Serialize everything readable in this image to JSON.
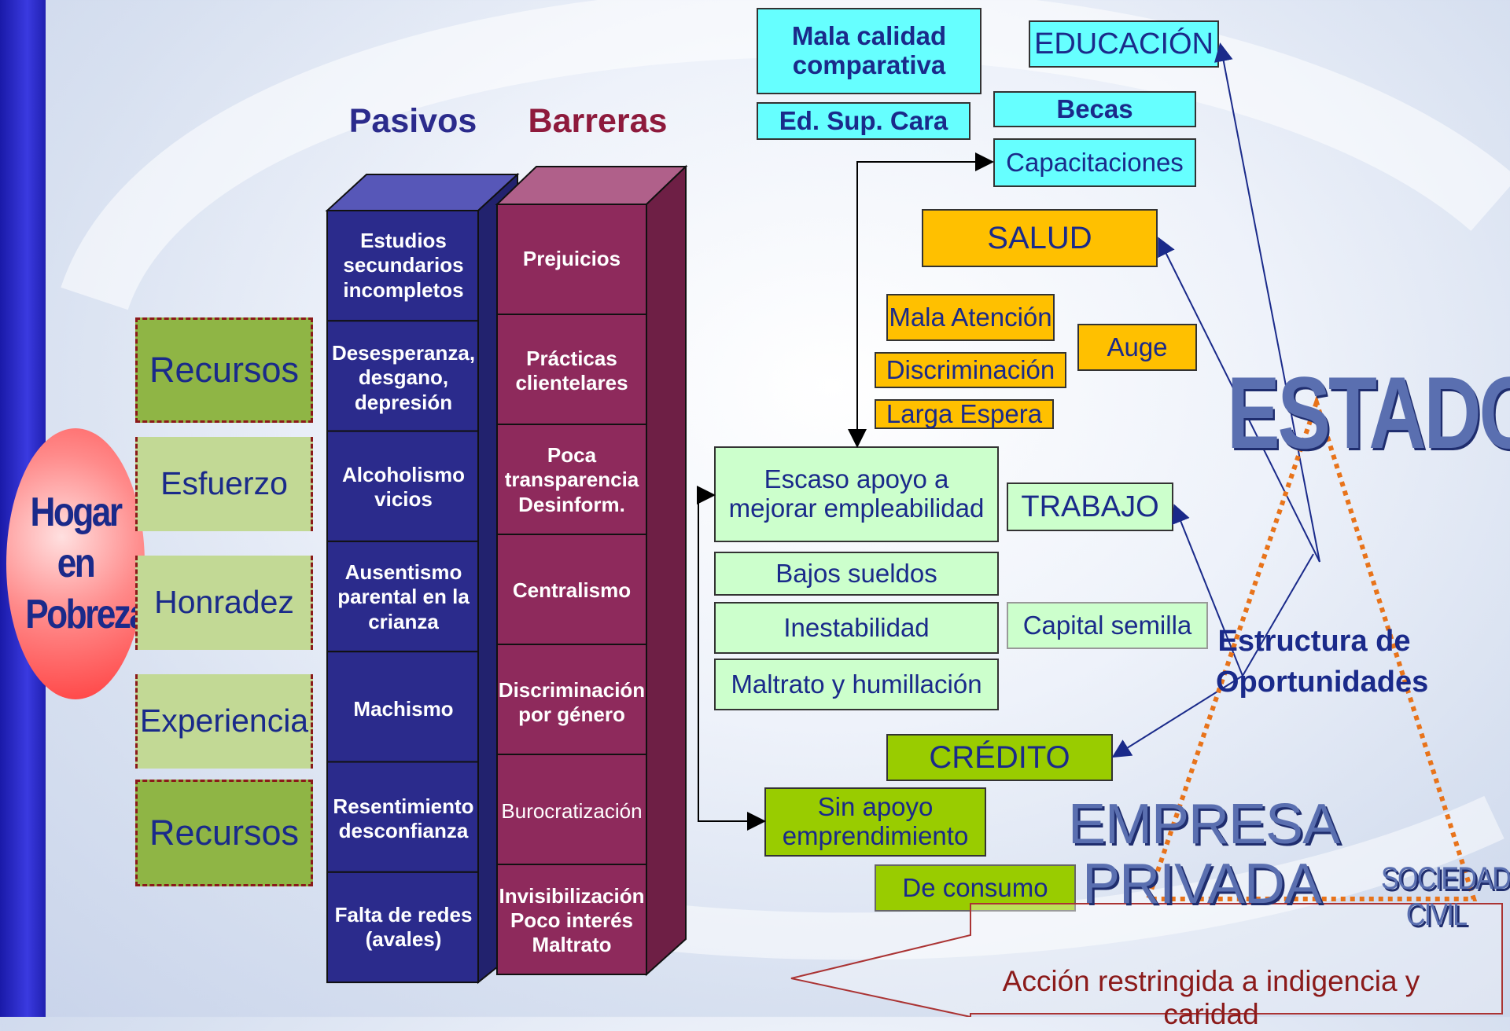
{
  "headers": {
    "pasivos": "Pasivos",
    "barreras": "Barreras"
  },
  "hogar": "Hogar en Pobreza",
  "recursos_left": [
    "Recursos",
    "Esfuerzo",
    "Honradez",
    "Experiencia",
    "Recursos"
  ],
  "pasivos": [
    "Estudios secundarios incompletos",
    "Desesperanza, desgano, depresión",
    "Alcoholismo vicios",
    "Ausentismo parental en la crianza",
    "Machismo",
    "Resentimiento desconfianza",
    "Falta de redes (avales)"
  ],
  "barreras": [
    "Prejuicios",
    "Prácticas clientelares",
    "Poca transparencia Desinform.",
    "Centralismo",
    "Discriminación por género",
    "Burocratización",
    "Invisibilización Poco interés Maltrato"
  ],
  "educacion": {
    "title": "EDUCACIÓN",
    "mala_calidad": "Mala calidad comparativa",
    "ed_sup": "Ed. Sup. Cara",
    "becas": "Becas",
    "capacitaciones": "Capacitaciones"
  },
  "salud": {
    "title": "SALUD",
    "mala_atencion": "Mala Atención",
    "discriminacion": "Discriminación",
    "larga_espera": "Larga Espera",
    "auge": "Auge"
  },
  "trabajo": {
    "title": "TRABAJO",
    "escaso_apoyo": "Escaso apoyo a mejorar empleabilidad",
    "bajos_sueldos": "Bajos sueldos",
    "inestabilidad": "Inestabilidad",
    "maltrato": "Maltrato y humillación",
    "capital_semilla": "Capital semilla"
  },
  "credito": {
    "title": "CRÉDITO",
    "sin_apoyo": "Sin apoyo emprendimiento",
    "de_consumo": "De consumo"
  },
  "estado": "ESTADO",
  "estructura": "Estructura de Oportunidades",
  "empresa": "EMPRESA PRIVADA",
  "sociedad": "SOCIEDAD CIVIL",
  "accion": "Acción restringida a indigencia y caridad",
  "colors": {
    "pasivos": "#2b2b8c",
    "barreras": "#8e2a5c",
    "cyan": "#66ffff",
    "gold": "#ffc000",
    "lightgreen": "#ccffcc",
    "olive": "#99cc00"
  }
}
